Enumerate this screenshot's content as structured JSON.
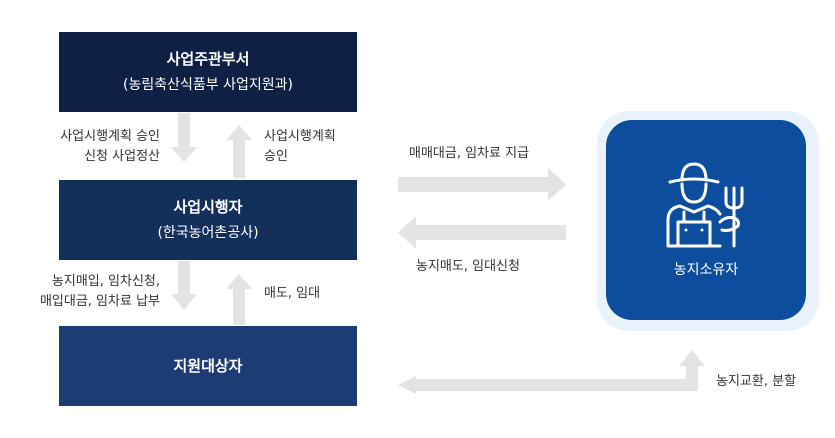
{
  "boxes": {
    "dept": {
      "title": "사업주관부서",
      "subtitle": "(농림축산식품부 사업지원과)"
    },
    "exec": {
      "title": "사업시행자",
      "subtitle": "(한국농어촌공사)"
    },
    "target": {
      "title": "지원대상자"
    },
    "owner": {
      "title": "농지소유자",
      "icon": "farmer-with-pitchfork-icon"
    }
  },
  "flows": {
    "exec_to_dept": [
      "사업시행계획 승인",
      "신청 사업정산"
    ],
    "dept_to_exec": [
      "사업시행계획",
      "승인"
    ],
    "target_to_exec": [
      "농지매입, 임차신청,",
      "매입대금, 임차료 납부"
    ],
    "exec_to_target": "매도, 임대",
    "exec_to_owner": "매매대금, 임차료 지급",
    "owner_to_exec": "농지매도, 임대신청",
    "target_owner": "농지교환, 분할"
  },
  "colors": {
    "dept": "#0e2145",
    "exec": "#132f5c",
    "target": "#1c3c73",
    "owner": "#0d4d9e",
    "arrow": "#e3e3e3"
  }
}
